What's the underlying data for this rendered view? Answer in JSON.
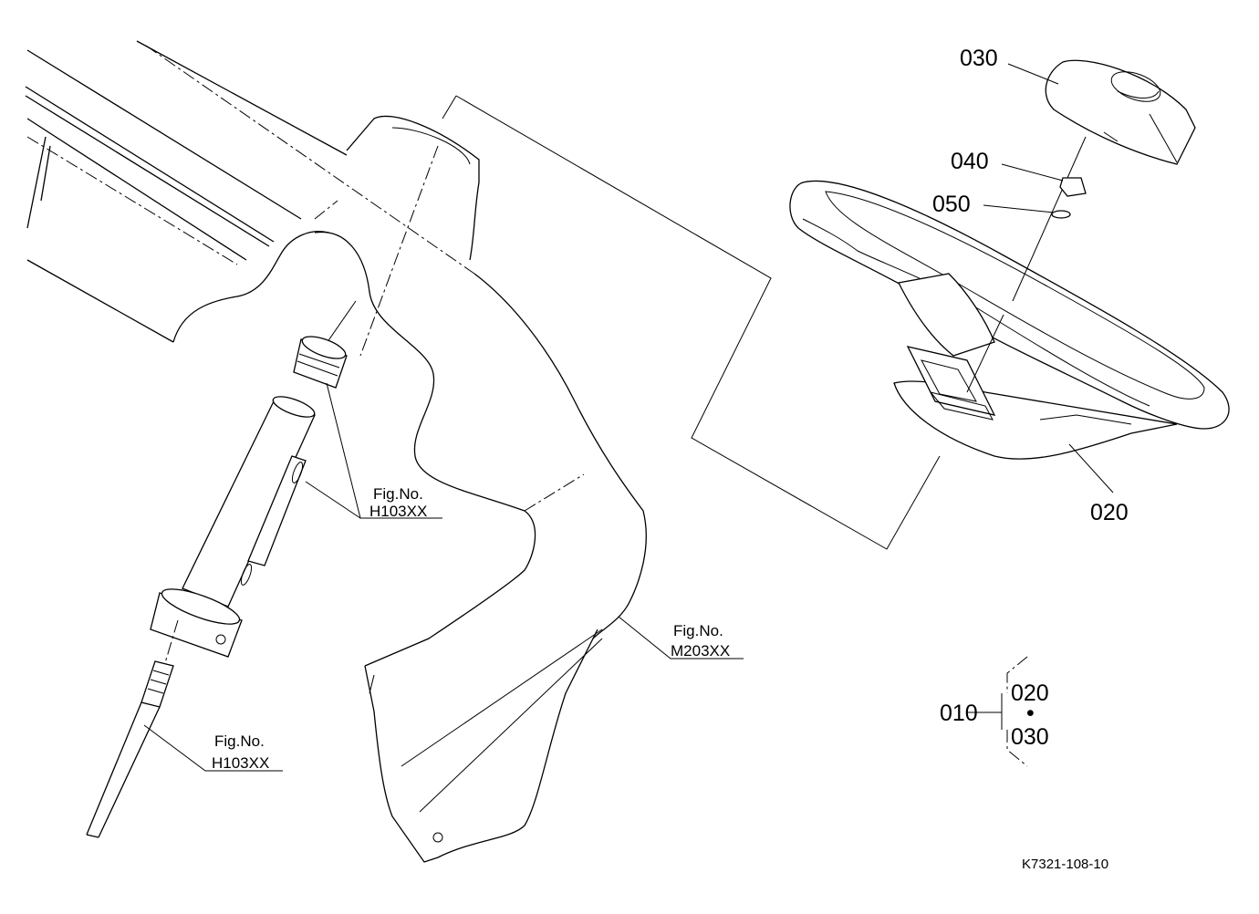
{
  "parts": {
    "p030": "030",
    "p040": "040",
    "p050": "050",
    "p020": "020"
  },
  "figrefs": [
    {
      "line1": "Fig.No.",
      "line2": "H103XX"
    },
    {
      "line1": "Fig.No.",
      "line2": "M203XX"
    },
    {
      "line1": "Fig.No.",
      "line2": "H103XX"
    }
  ],
  "assembly": {
    "parent": "010",
    "child1": "020",
    "separator": "•",
    "child2": "030"
  },
  "drawing_code": "K7321-108-10"
}
